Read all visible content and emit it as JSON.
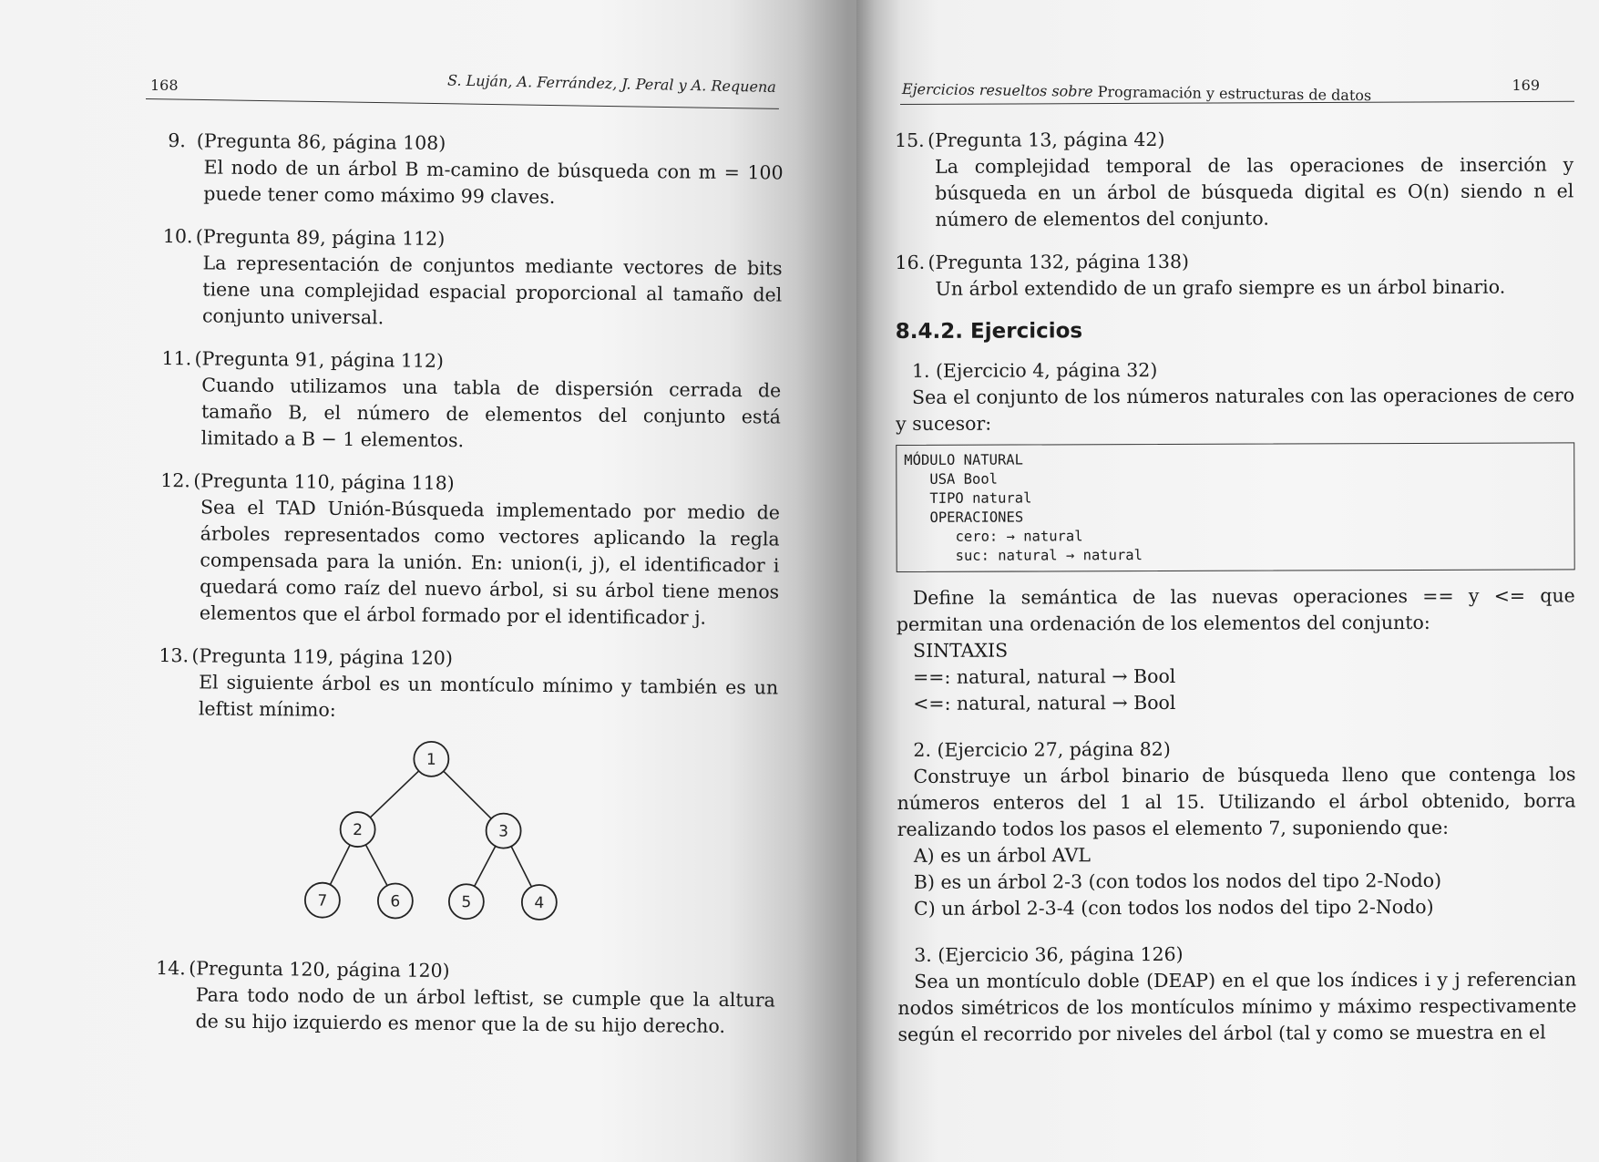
{
  "left_page": {
    "number": "168",
    "authors": "S. Luján, A. Ferrández, J. Peral y A. Requena",
    "items": [
      {
        "num": "9.",
        "head": "(Pregunta 86, página 108)",
        "body": "El nodo de un árbol B m-camino de búsqueda con m = 100 puede tener como máximo 99 claves."
      },
      {
        "num": "10.",
        "head": "(Pregunta 89, página 112)",
        "body": "La representación de conjuntos mediante vectores de bits tiene una complejidad espacial proporcional al tamaño del conjunto universal."
      },
      {
        "num": "11.",
        "head": "(Pregunta 91, página 112)",
        "body": "Cuando utilizamos una tabla de dispersión cerrada de tamaño B, el número de elementos del conjunto está limitado a B − 1 elementos."
      },
      {
        "num": "12.",
        "head": "(Pregunta 110, página 118)",
        "body": "Sea el TAD Unión-Búsqueda implementado por medio de árboles representados como vectores aplicando la regla compensada para la unión. En: union(i, j), el identificador i quedará como raíz del nuevo árbol, si su árbol tiene menos elementos que el árbol formado por el identificador j."
      },
      {
        "num": "13.",
        "head": "(Pregunta 119, página 120)",
        "body": "El siguiente árbol es un montículo mínimo y también es un leftist mínimo:"
      },
      {
        "num": "14.",
        "head": "(Pregunta 120, página 120)",
        "body": "Para todo nodo de un árbol leftist, se cumple que la altura de su hijo izquierdo es menor que la de su hijo derecho."
      }
    ],
    "tree_nodes": [
      "1",
      "2",
      "3",
      "7",
      "6",
      "5",
      "4"
    ]
  },
  "right_page": {
    "number": "169",
    "head_italic": "Ejercicios resueltos sobre",
    "head_upright": "Programación y estructuras de datos",
    "items": [
      {
        "num": "15.",
        "head": "(Pregunta 13, página 42)",
        "body": "La complejidad temporal de las operaciones de inserción y búsqueda en un árbol de búsqueda digital es O(n) siendo n el número de elementos del conjunto."
      },
      {
        "num": "16.",
        "head": "(Pregunta 132, página 138)",
        "body": "Un árbol extendido de un grafo siempre es un árbol binario."
      }
    ],
    "section_title": "8.4.2.   Ejercicios",
    "ex1_head": "1. (Ejercicio 4, página 32)",
    "ex1_body": "Sea el conjunto de los números naturales con las operaciones de cero y sucesor:",
    "code": "MÓDULO NATURAL\n   USA Bool\n   TIPO natural\n   OPERACIONES\n      cero: → natural\n      suc: natural → natural",
    "ex1_after": "Define la semántica de las nuevas operaciones == y <= que permitan una ordenación de los elementos del conjunto:",
    "syntax_title": "SINTAXIS",
    "syntax_1": "==: natural, natural → Bool",
    "syntax_2": "<=: natural, natural → Bool",
    "ex2_head": "2. (Ejercicio 27, página 82)",
    "ex2_body": "Construye un árbol binario de búsqueda lleno que contenga los números enteros del 1 al 15. Utilizando el árbol obtenido, borra realizando todos los pasos el elemento 7, suponiendo que:",
    "ex2_opts": [
      "A) es un árbol AVL",
      "B) es un árbol 2-3 (con todos los nodos del tipo 2-Nodo)",
      "C) un árbol 2-3-4 (con todos los nodos del tipo 2-Nodo)"
    ],
    "ex3_head": "3. (Ejercicio 36, página 126)",
    "ex3_body": "Sea un montículo doble (DEAP) en el que los índices i y j referencian nodos simétricos de los montículos mínimo y máximo respectivamente según el recorrido por niveles del árbol (tal y como se muestra en el"
  }
}
